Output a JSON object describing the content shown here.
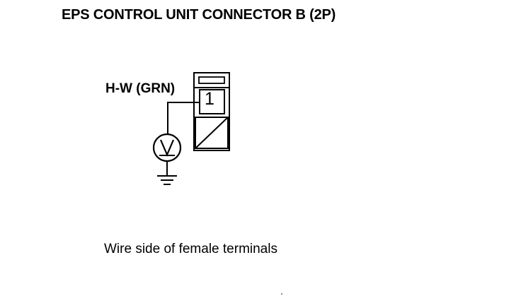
{
  "diagram": {
    "title": "EPS CONTROL UNIT CONNECTOR B (2P)",
    "wire_label": "H-W (GRN)",
    "terminal_number": "1",
    "caption": "Wire side of female terminals",
    "voltmeter_symbol": "V",
    "icons": {
      "voltmeter": "voltmeter-icon",
      "ground": "ground-icon",
      "connector": "connector-icon"
    },
    "colors": {
      "line": "#000000",
      "background": "#ffffff"
    }
  }
}
